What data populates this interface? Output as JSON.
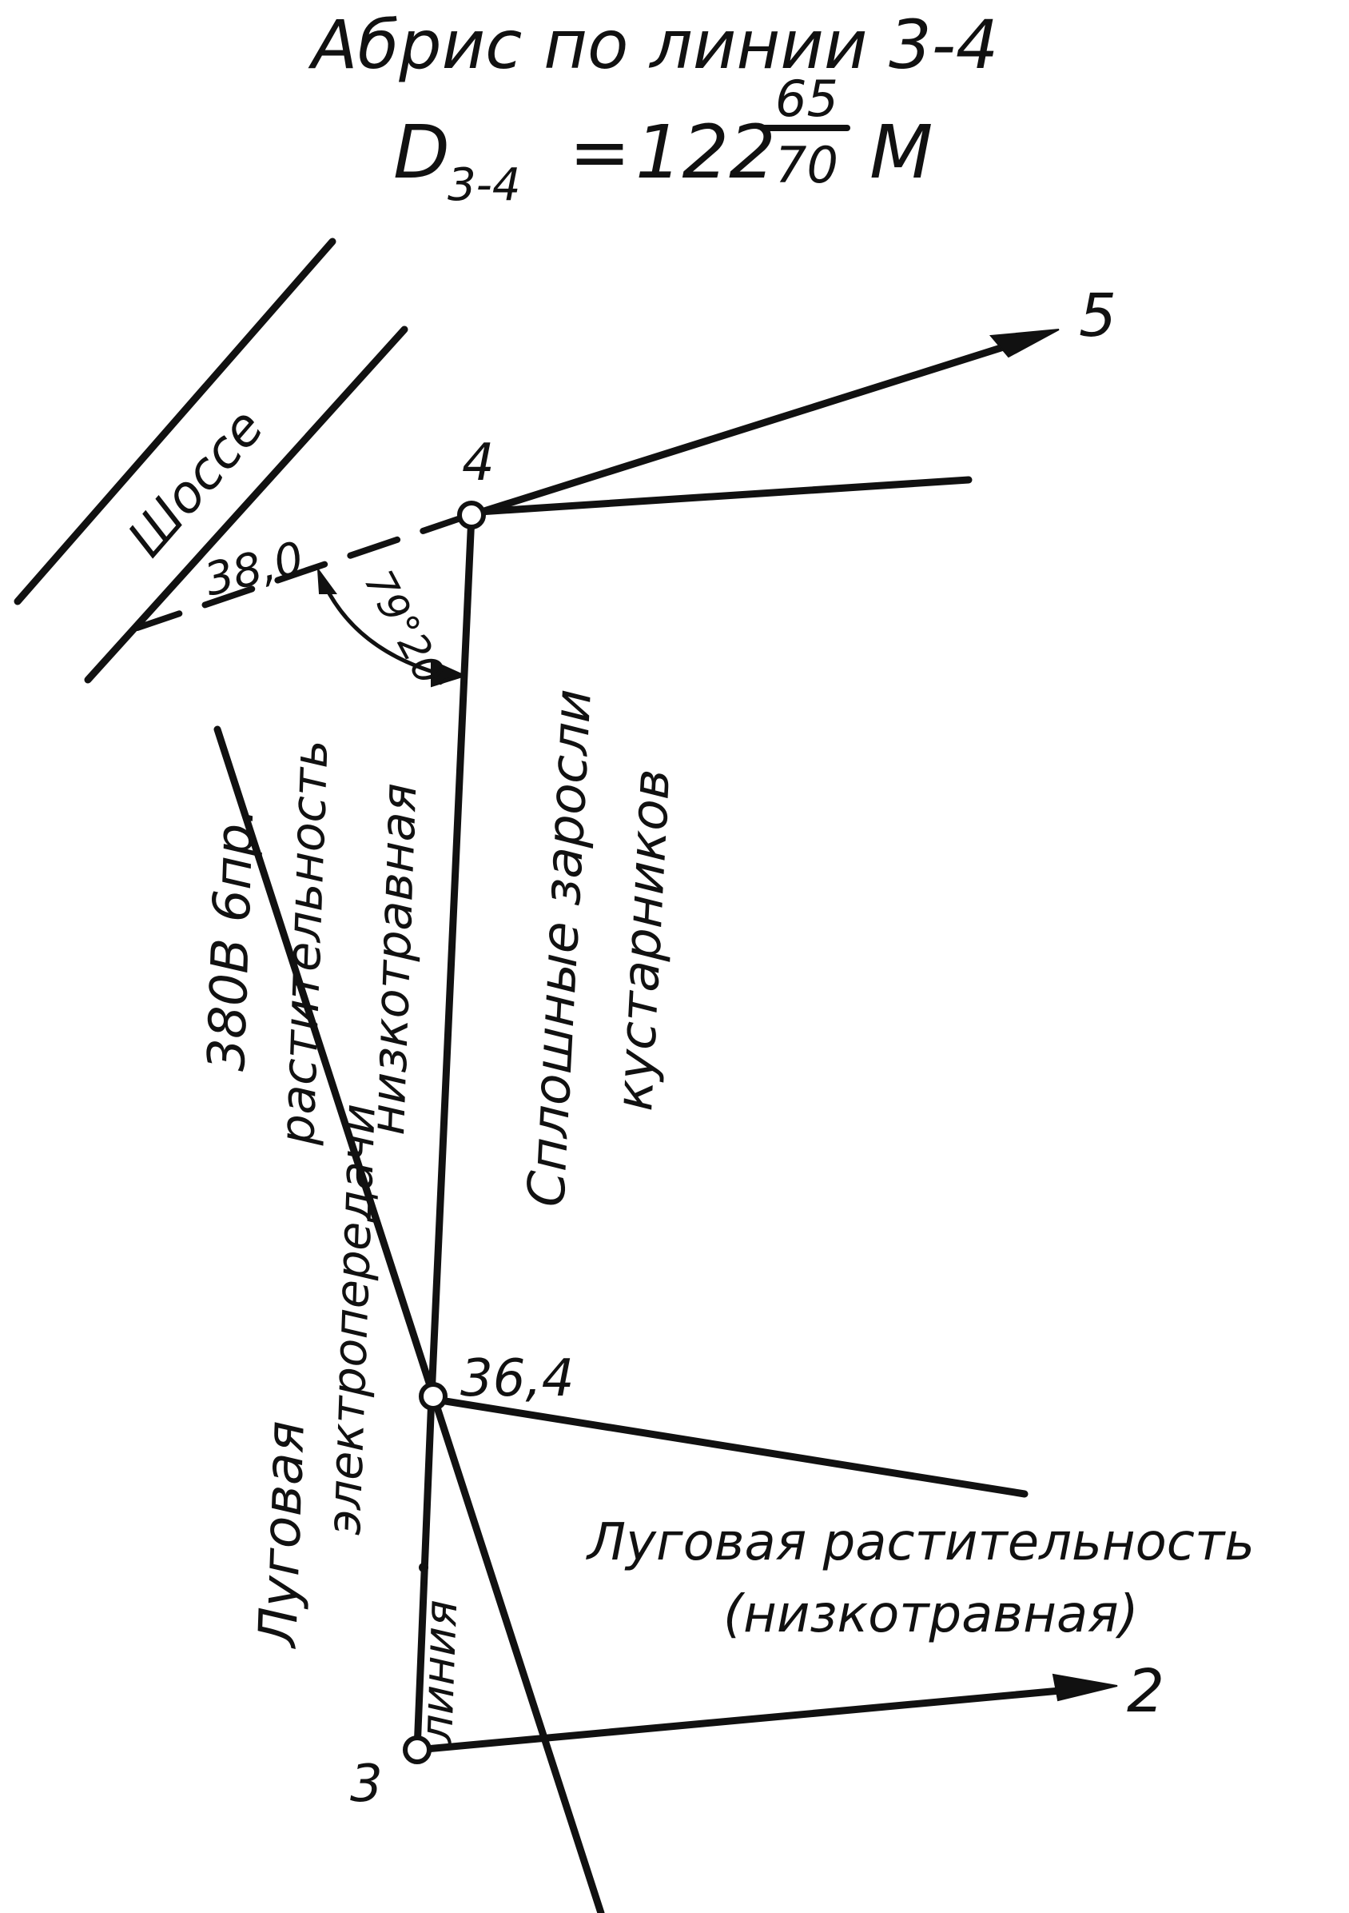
{
  "header": {
    "title": "Абрис по линии 3-4",
    "distance_symbol": "D",
    "distance_subscript": "3-4",
    "distance_equals": "=",
    "distance_whole": "122",
    "distance_fraction_top": "65",
    "distance_fraction_bottom": "70",
    "distance_unit": "M"
  },
  "stations": {
    "s3": "3",
    "s4": "4",
    "dir5": "5",
    "dir2": "2"
  },
  "measurements": {
    "road_offset": "38,0",
    "angle": "79°20'",
    "powerline_crossing": "36,4"
  },
  "labels": {
    "highway": "Шоссе",
    "powerline_part1": "380В 6пр.",
    "powerline_part2": "электропередачи",
    "powerline_part3": "линия",
    "meadow_left_1": "Луговая",
    "meadow_left_2": "растительность",
    "meadow_left_3": "низкотравная",
    "shrubs_1": "Сплошные заросли",
    "shrubs_2": "кустарников",
    "meadow_right_1": "Луговая растительность",
    "meadow_right_2": "(низкотравная)"
  }
}
